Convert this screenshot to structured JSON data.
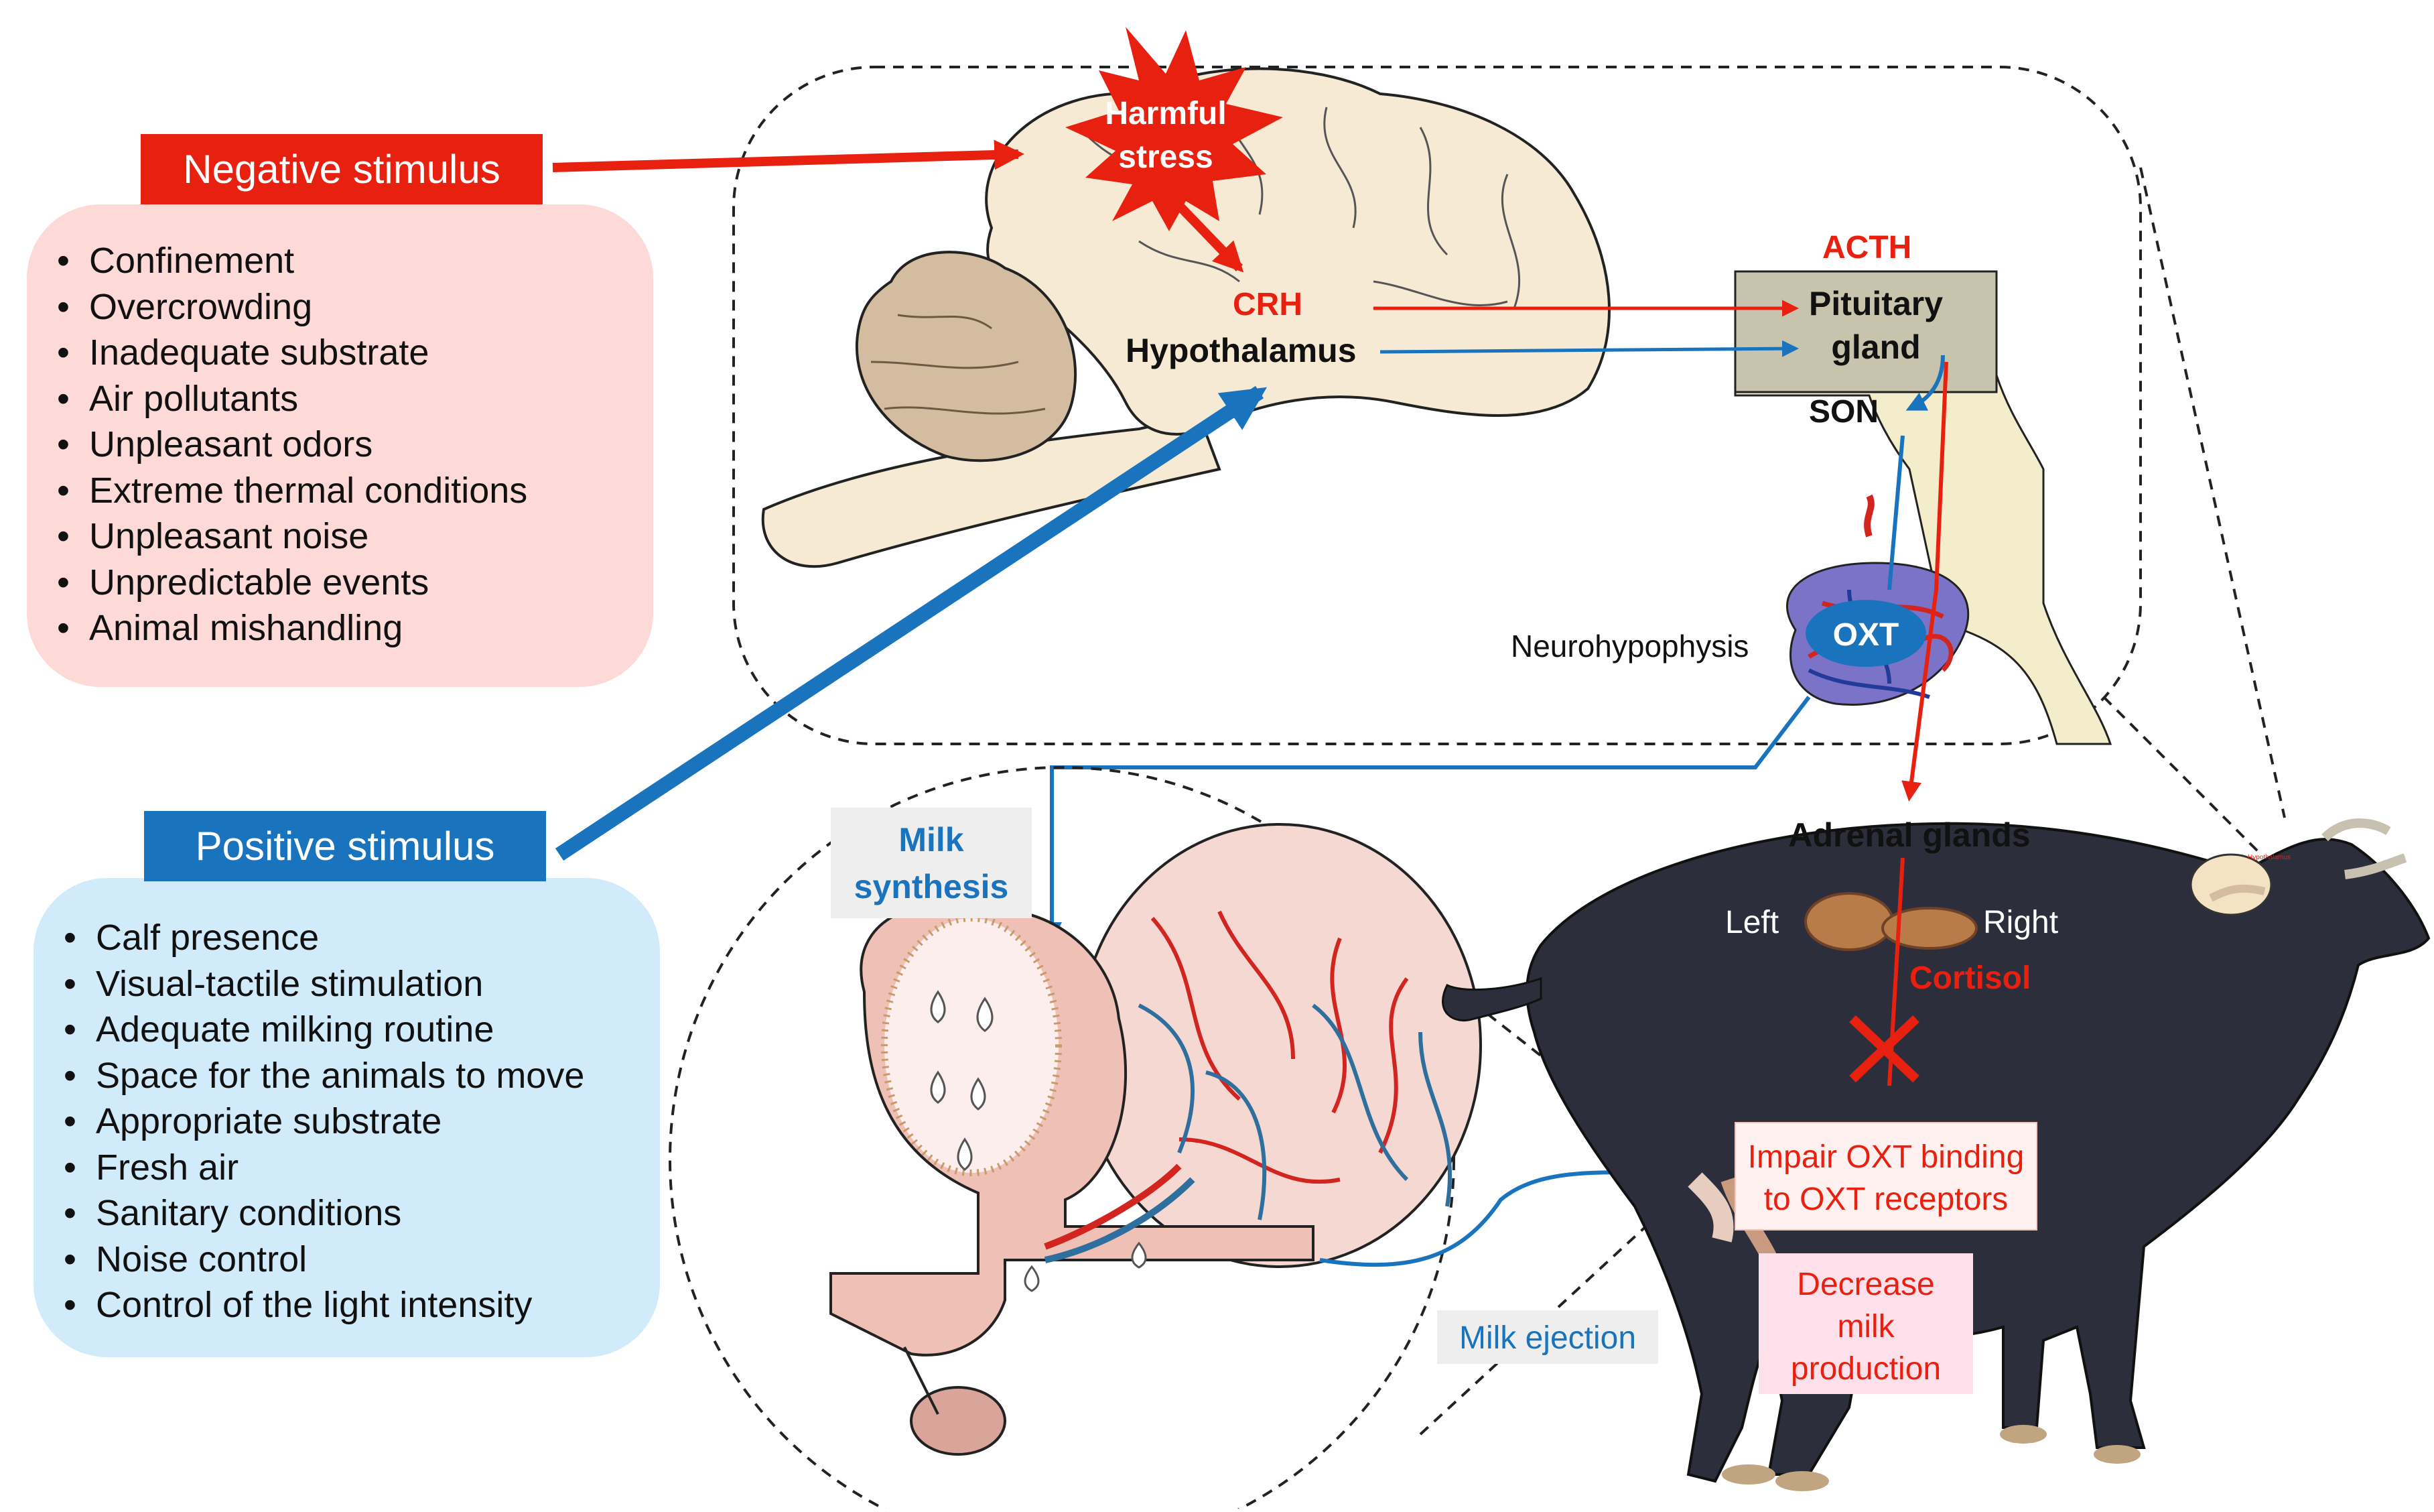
{
  "negative": {
    "title": "Negative stimulus",
    "items": [
      "Confinement",
      "Overcrowding",
      "Inadequate substrate",
      "Air pollutants",
      "Unpleasant odors",
      "Extreme thermal conditions",
      "Unpleasant noise",
      "Unpredictable events",
      "Animal mishandling"
    ],
    "header_color": "#e8200f",
    "box_color": "#fddad8"
  },
  "positive": {
    "title": "Positive stimulus",
    "items": [
      "Calf presence",
      "Visual-tactile stimulation",
      "Adequate milking routine",
      "Space for the animals to move",
      "Appropriate substrate",
      "Fresh air",
      "Sanitary conditions",
      "Noise control",
      "Control of the light intensity"
    ],
    "header_color": "#1a74bd",
    "box_color": "#d2ebfb"
  },
  "brain": {
    "harmful_stress": [
      "Harmful",
      "stress"
    ],
    "crh": "CRH",
    "hypothalamus": "Hypothalamus",
    "acth": "ACTH",
    "pituitary": [
      "Pituitary",
      "gland"
    ],
    "son": "SON",
    "oxt": "OXT",
    "neurohypophysis": "Neurohypophysis"
  },
  "udder": {
    "milk_synthesis": [
      "Milk",
      "synthesis"
    ],
    "milk_ejection": "Milk ejection"
  },
  "cow": {
    "adrenal": "Adrenal glands",
    "left": "Left",
    "right": "Right",
    "cortisol": "Cortisol",
    "impair": [
      "Impair OXT binding",
      "to OXT receptors"
    ],
    "decrease": [
      "Decrease",
      "milk",
      "production"
    ],
    "mini_brain_label": "Hypothalamus"
  },
  "colors": {
    "red": "#e8200f",
    "blue": "#1a74bd",
    "cow": "#2c2f3b",
    "brain": "#f6ead4",
    "cerebellum": "#d4bca0",
    "pituitary": "#c8c3ad"
  }
}
